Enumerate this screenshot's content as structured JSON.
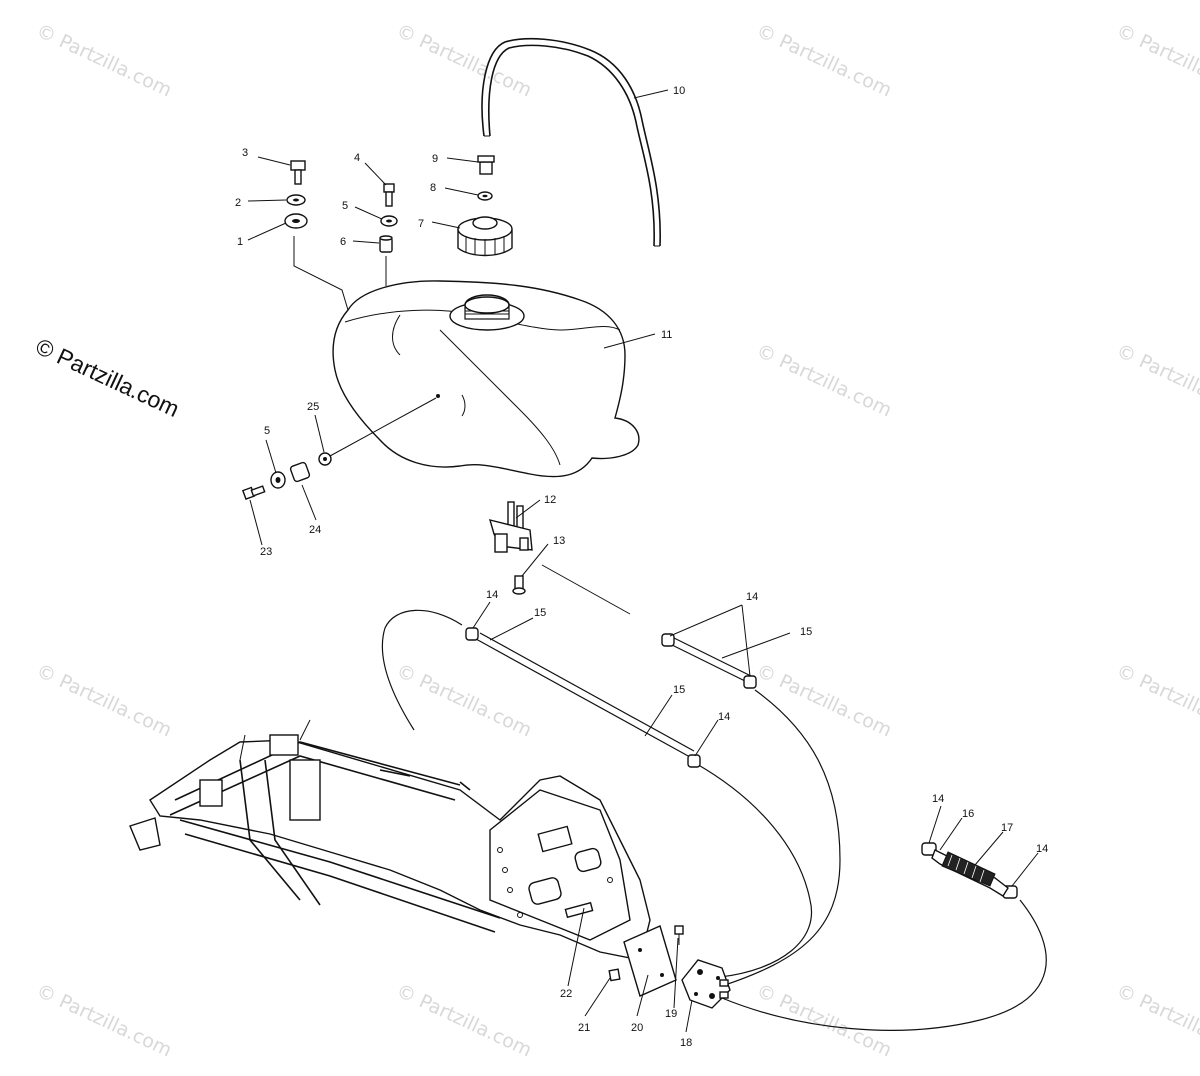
{
  "copyright": "© Partzilla.com",
  "watermark": "© Partzilla.com",
  "labels": {
    "l1": "1",
    "l2": "2",
    "l3": "3",
    "l4": "4",
    "l5a": "5",
    "l5b": "5",
    "l6": "6",
    "l7": "7",
    "l8": "8",
    "l9": "9",
    "l10": "10",
    "l11": "11",
    "l12": "12",
    "l13": "13",
    "l14a": "14",
    "l14b": "14",
    "l14c": "14",
    "l14d": "14",
    "l14e": "14",
    "l15a": "15",
    "l15b": "15",
    "l15c": "15",
    "l16": "16",
    "l17": "17",
    "l18": "18",
    "l19": "19",
    "l20": "20",
    "l21": "21",
    "l22": "22",
    "l23": "23",
    "l24": "24",
    "l25": "25"
  }
}
